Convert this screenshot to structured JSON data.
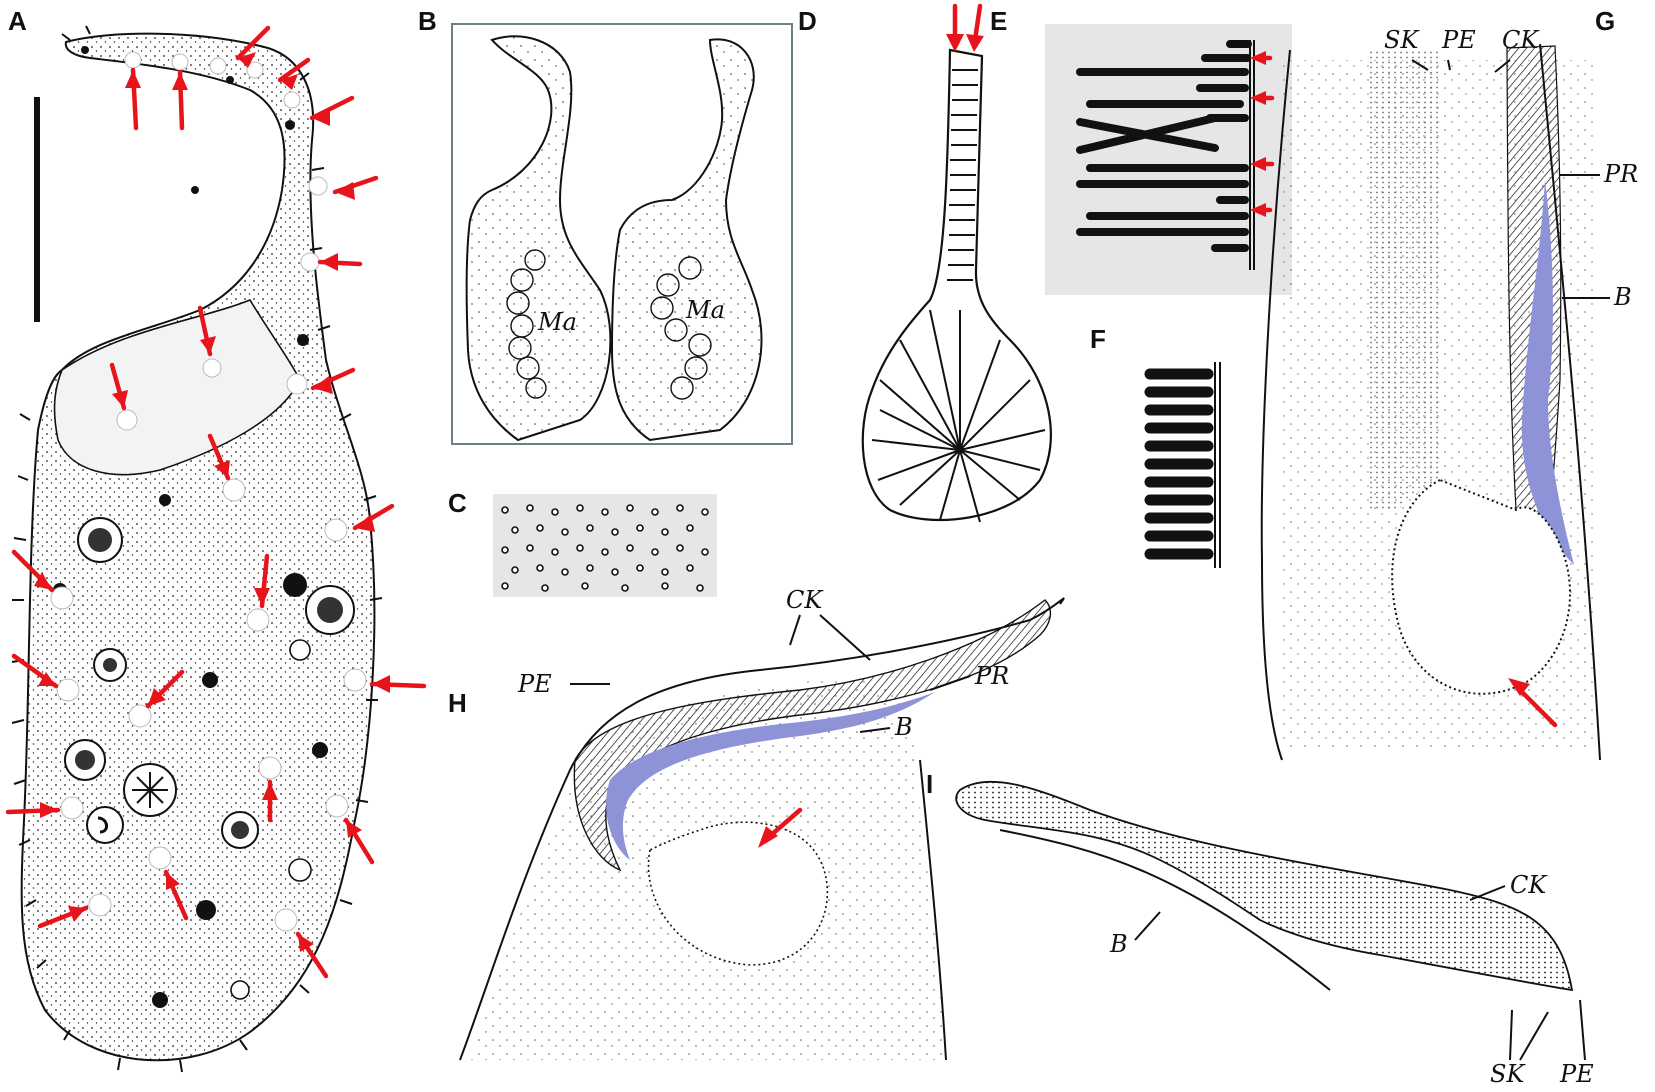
{
  "panels": {
    "A": "A",
    "B": "B",
    "C": "C",
    "D": "D",
    "E": "E",
    "F": "F",
    "G": "G",
    "H": "H",
    "I": "I"
  },
  "labels": {
    "B": {
      "ma_left": "Ma",
      "ma_right": "Ma"
    },
    "G": {
      "sk": "SK",
      "pe": "PE",
      "ck": "CK",
      "pr": "PR",
      "b": "B"
    },
    "H": {
      "ck": "CK",
      "pe": "PE",
      "pr": "PR",
      "b": "B"
    },
    "I": {
      "ck": "CK",
      "b": "B",
      "sk": "SK",
      "pe": "PE"
    }
  },
  "colors": {
    "arrow": "#e8141b",
    "highlight": "#8e92d6",
    "panel_bg": "#e6e6e6",
    "ink": "#111111"
  }
}
